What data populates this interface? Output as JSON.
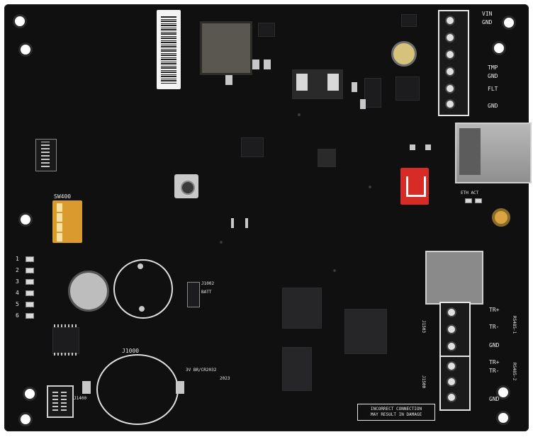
{
  "image": {
    "subject": "access-control circuit board",
    "background_color": "#ffffff",
    "board_color": "#101010",
    "logo_color": "#d92b26"
  },
  "silkscreen": {
    "vin": "VIN",
    "gnd_top": "GND",
    "tmp": "TMP",
    "gnd_mid": "GND",
    "flt": "FLT",
    "gnd_low": "GND",
    "eth_act": "ETH ACT",
    "sw400": "SW400",
    "led_numbers": [
      "1",
      "2",
      "3",
      "4",
      "5",
      "6"
    ],
    "j1002": "J1002",
    "batt": "BATT",
    "j1000": "J1000",
    "coin_cell": "3V BR/CR2032",
    "year": "2023",
    "rs485_1_tr_plus": "TR+",
    "rs485_1_tr_minus": "TR-",
    "rs485_1_gnd": "GND",
    "rs485_1": "RS485-1",
    "rs485_2_tr_plus": "TR+",
    "rs485_2_tr_minus": "TR-",
    "rs485_2_gnd": "GND",
    "rs485_2": "RS485-2",
    "j1503": "J1503",
    "j1500": "J1500",
    "j1400": "J1400",
    "warning_line1": "INCORRECT CONNECTION",
    "warning_line2": "MAY RESULT IN DAMAGE"
  }
}
